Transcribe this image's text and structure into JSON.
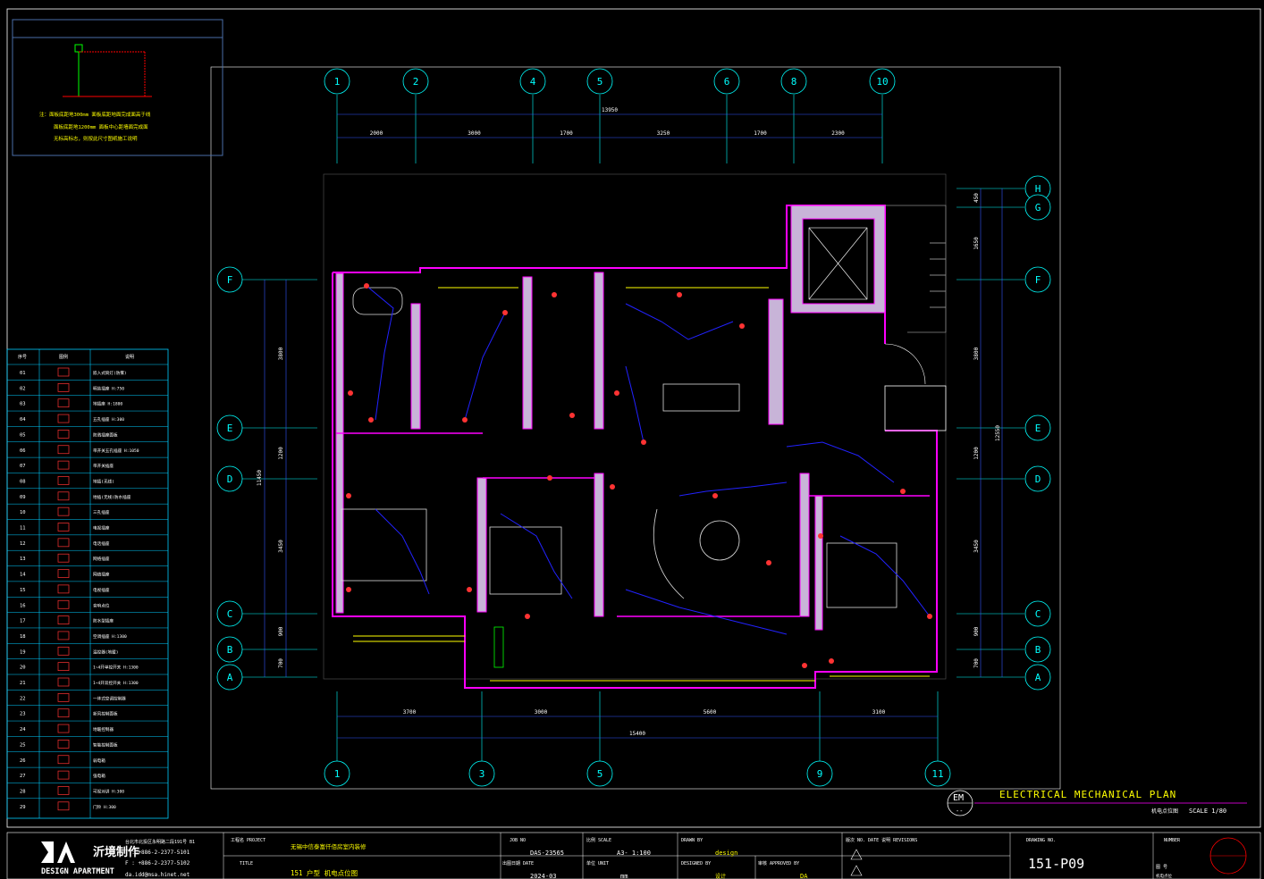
{
  "title_block": {
    "company_name": "DESIGN APARTMENT",
    "company_name_cn": "沂境制作",
    "address": "台北市北投区永明路二段191号 B1",
    "phone_t": "T : +886-2-2377-5101",
    "phone_f": "F : +886-2-2377-5102",
    "email": "da.idd@msa.hinet.net",
    "project_label": "工程名 PROJECT",
    "project_value": "无锡中信泰富仟佰房室内装修",
    "title_label": "TITLE",
    "title_value": "151 户型  机电点位图",
    "job_no_label": "JOB NO",
    "job_no_value": "DAS-23565",
    "date_label": "出图日期 DATE",
    "date_value": "2024-03",
    "scale_label": "比例 SCALE",
    "scale_value": "A3- 1:100",
    "unit_label": "单位 UNIT",
    "unit_value": "mm",
    "drawn_by_label": "DRAWN BY",
    "drawn_by_value": "design",
    "designed_by_label": "DESIGNED BY",
    "designed_by_value": "设计",
    "approved_by_label": "审核 APPROVED BY",
    "approved_by_value": "DA",
    "revision_label": "版次 NO.   DATE   说明 REVISIONS",
    "drawing_no_label": "DRAWING NO.",
    "drawing_no_value": "151-P09",
    "number_label": "NUMBER",
    "sheet_label": "图 号",
    "sheet_note": "机电点位"
  },
  "header": {
    "drawing_title": "ELECTRICAL MECHANICAL PLAN",
    "drawing_subtitle": "机电点位图",
    "scale": "SCALE 1/80",
    "tag": "EM",
    "tag_sub": "--"
  },
  "note_box": {
    "lines": [
      "注：面板底距地300mm 面板底距地面完成面高于线",
      "面板底距地1200mm 面板中心距墙面完成面",
      "无标高标志，则按此尺寸图纸施工说明"
    ]
  },
  "axes": {
    "top": [
      "1",
      "2",
      "4",
      "5",
      "6",
      "8",
      "10"
    ],
    "bottom": [
      "1",
      "3",
      "5",
      "9",
      "11"
    ],
    "left": [
      "F",
      "E",
      "D",
      "C",
      "B",
      "A"
    ],
    "right": [
      "H",
      "G",
      "F",
      "E",
      "D",
      "C",
      "B",
      "A"
    ]
  },
  "dimensions": {
    "top_total": "13950",
    "top_segments": [
      "2000",
      "3000",
      "1700",
      "3250",
      "1700",
      "2300"
    ],
    "bottom_total": "15400",
    "bottom_segments": [
      "3700",
      "3000",
      "5600",
      "3100"
    ],
    "left_segments": [
      "3800",
      "1200",
      "3450",
      "900",
      "700"
    ],
    "right_segments": [
      "450",
      "1650",
      "3800",
      "1200",
      "3450",
      "900",
      "700"
    ],
    "left_total": "11450",
    "right_total": "12550"
  },
  "legend": {
    "headers": [
      "序号",
      "图例",
      "说明"
    ],
    "rows": [
      {
        "no": "01",
        "desc": "嵌入式筒灯(防雾)"
      },
      {
        "no": "02",
        "desc": "明装插座 H:750"
      },
      {
        "no": "03",
        "desc": "地插座 H:1800"
      },
      {
        "no": "04",
        "desc": "五孔插座 H:300"
      },
      {
        "no": "05",
        "desc": "防溅插座面板"
      },
      {
        "no": "06",
        "desc": "带开关五孔插座 H:1050"
      },
      {
        "no": "07",
        "desc": "带开关插座"
      },
      {
        "no": "08",
        "desc": "地插(无线)"
      },
      {
        "no": "09",
        "desc": "地插(无线)防水插座"
      },
      {
        "no": "10",
        "desc": "三孔插座"
      },
      {
        "no": "11",
        "desc": "电视插座"
      },
      {
        "no": "12",
        "desc": "电话插座"
      },
      {
        "no": "13",
        "desc": "网络插座"
      },
      {
        "no": "14",
        "desc": "网络插座"
      },
      {
        "no": "15",
        "desc": "电视插座"
      },
      {
        "no": "16",
        "desc": "音响点位"
      },
      {
        "no": "17",
        "desc": "防水型插座"
      },
      {
        "no": "18",
        "desc": "空调插座 H:1300"
      },
      {
        "no": "19",
        "desc": "温控器(地暖)"
      },
      {
        "no": "20",
        "desc": "1~4开单控开关 H:1300"
      },
      {
        "no": "21",
        "desc": "1~4开双控开关 H:1300"
      },
      {
        "no": "22",
        "desc": "一体式空调控制器"
      },
      {
        "no": "23",
        "desc": "新风控制面板"
      },
      {
        "no": "24",
        "desc": "地暖控制器"
      },
      {
        "no": "25",
        "desc": "智能控制面板"
      },
      {
        "no": "26",
        "desc": "弱电箱"
      },
      {
        "no": "27",
        "desc": "强电箱"
      },
      {
        "no": "28",
        "desc": "可视对讲 H:300"
      },
      {
        "no": "29",
        "desc": "门铃 H:300"
      }
    ]
  },
  "colors": {
    "frame": "#ffffff",
    "axis": "#00ffff",
    "wall": "#ff00ff",
    "device": "#ff3333",
    "wire": "#2222ff",
    "furniture": "#dddddd",
    "window": "#ffff00",
    "green": "#00ff00"
  }
}
